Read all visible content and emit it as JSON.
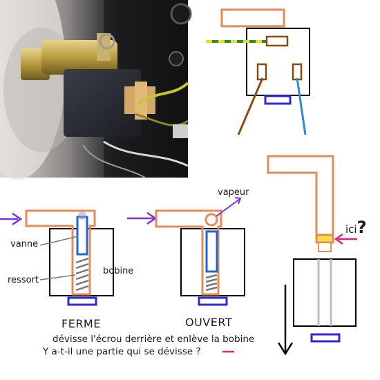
{
  "labels": {
    "vanne": "vanne",
    "ressort": "ressort",
    "bobine": "bobine",
    "vapeur": "vapeur",
    "ici": "ici",
    "ici_mark": "?",
    "ferme": "FERME",
    "ouvert": "OUVERT",
    "instruction_line1": "dévisse l'écrou derrière et enlève la bobine",
    "instruction_line2": "Y a-t-il une partie qui se dévisse ?"
  },
  "colors": {
    "pipe": "#e88a55",
    "valve": "#1e66d6",
    "base": "#2a2ad0",
    "arrow": "#7a2ee0",
    "ici_arrow": "#e0207a",
    "nut": "#f5e04a",
    "wire_brown": "#8a4a12",
    "wire_blue": "#2a8ad8",
    "wire_green": "#2e8a2e",
    "wire_yellow": "#e8e020",
    "outline": "#000000",
    "spring": "#777777"
  },
  "icons": {
    "photo": "valve-photo",
    "arrow": "arrow-right-icon",
    "down_arrow": "arrow-down-icon"
  }
}
